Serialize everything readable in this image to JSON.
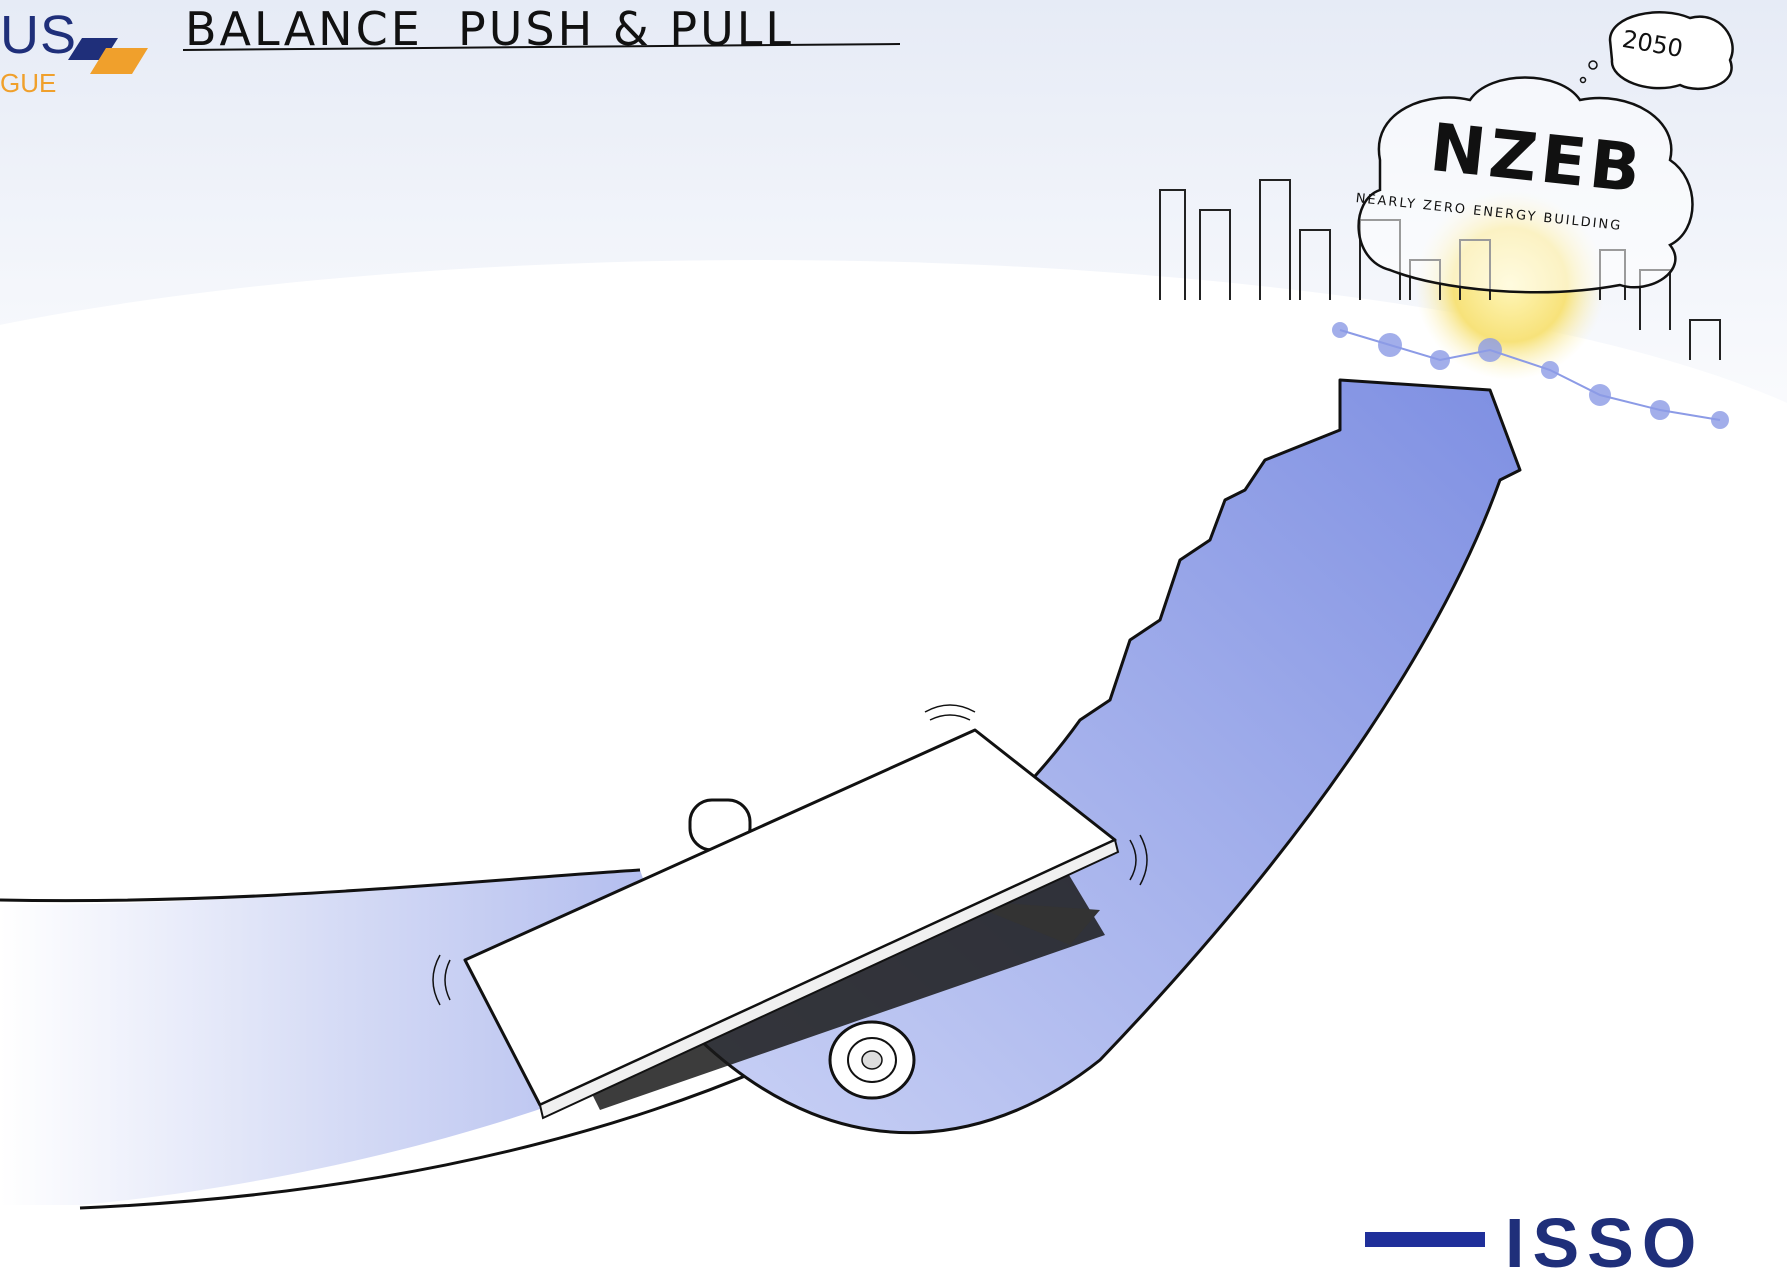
{
  "header": {
    "logo_text_primary": "US",
    "logo_text_secondary": "GUE",
    "title": "BALANCE  PUSH & PULL"
  },
  "bubble": {
    "year": "2050",
    "acronym": "NZEB",
    "subtitle": "NEARLY ZERO ENERGY BUILDING"
  },
  "footer": {
    "partner_logo_text": "ISSO"
  },
  "colors": {
    "arrow_blue": "#8c9be6",
    "ground_blue": "#c8d0f2",
    "sun_yellow": "#f7e27a",
    "logo_navy": "#1f2f7a",
    "logo_orange": "#f0a02c",
    "ink": "#111111"
  },
  "icons": {
    "logo_mark": "parallelogram-logo-icon",
    "eu_flag": "eu-flag-icon",
    "seesaw": "seesaw-icon",
    "arrow": "growth-arrow-icon",
    "sun": "sun-icon",
    "city": "city-skyline-icon"
  }
}
